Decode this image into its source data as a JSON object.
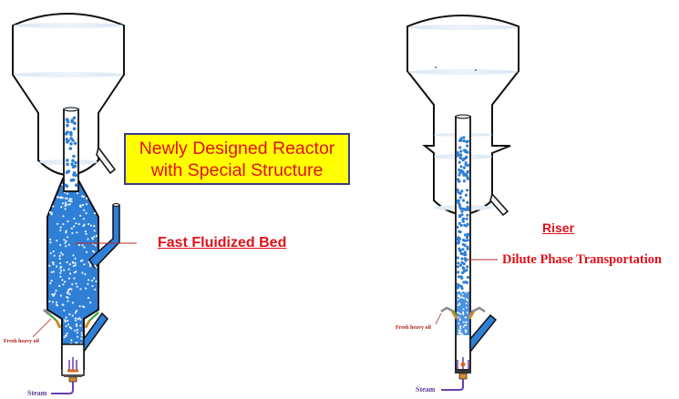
{
  "title_box": {
    "line1": "Newly Designed Reactor",
    "line2": "with Special Structure"
  },
  "left_reactor": {
    "zone_label": "Fast Fluidized Bed",
    "feed_label": "Fresh heavy oil",
    "steam_label": "Steam"
  },
  "right_reactor": {
    "zone_label": "Riser",
    "regime_label": "Dilute Phase Transportation",
    "feed_label": "Fresh heavy oil",
    "steam_label": "Steam"
  },
  "colors": {
    "particle": "#2f7fd6",
    "label_red": "#e0111b",
    "title_bg": "#ffff00",
    "title_border": "#3b3b8f",
    "steam_line": "#6a3fb0",
    "vessel_outline": "#111111"
  }
}
